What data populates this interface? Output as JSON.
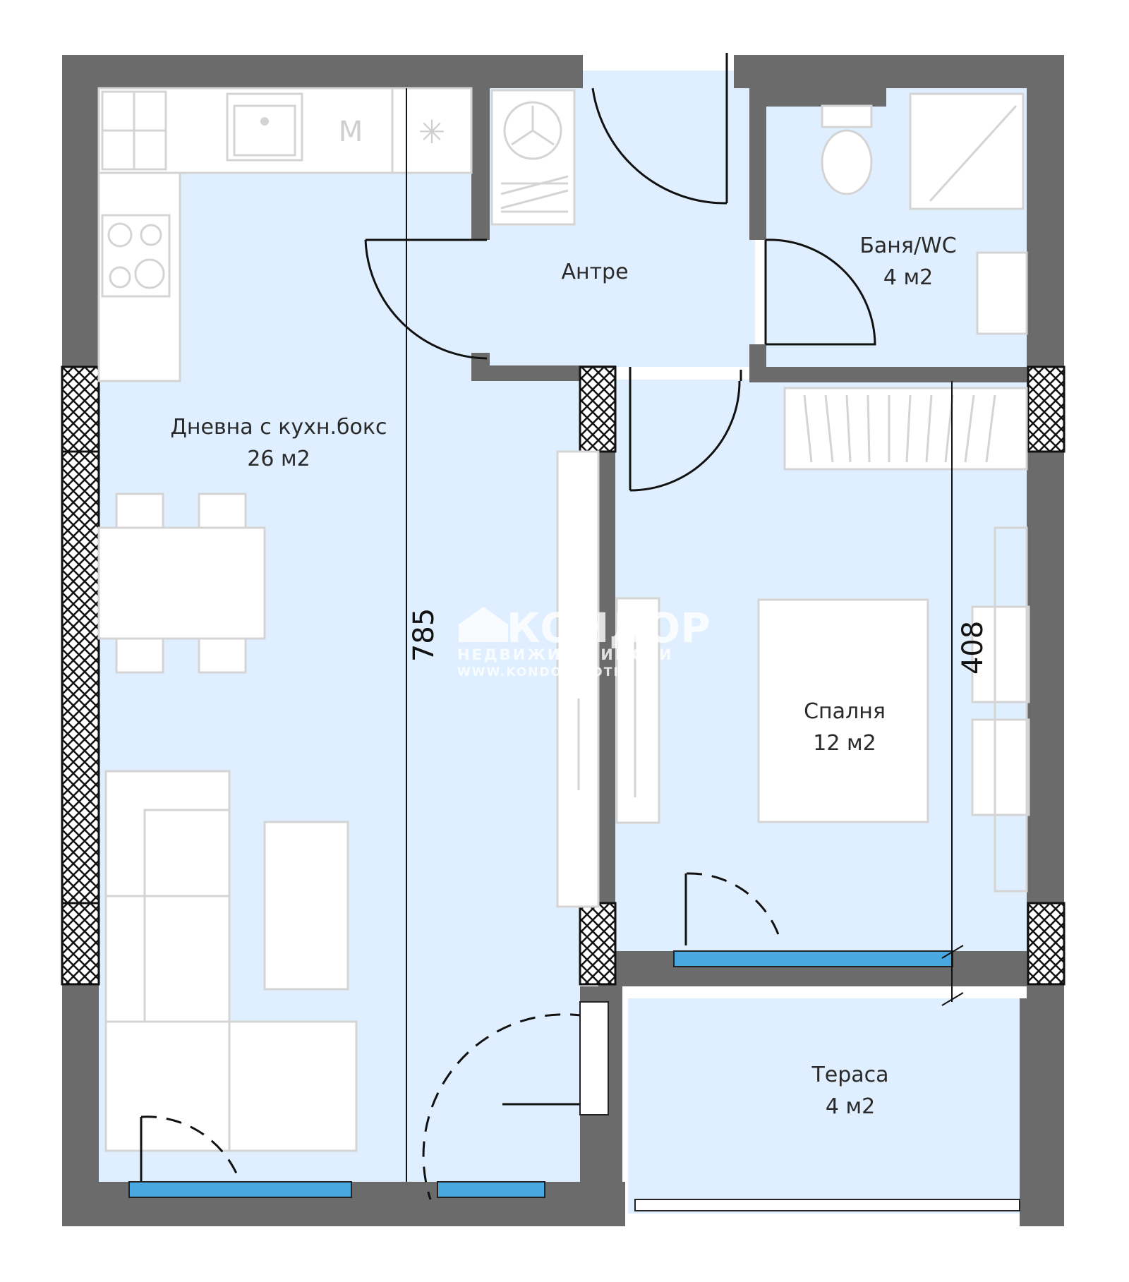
{
  "rooms": {
    "living": {
      "name": "Дневна с кухн.бокс",
      "area": "26 м2"
    },
    "hall": {
      "name": "Антре"
    },
    "bath": {
      "name": "Баня/WC",
      "area": "4 м2"
    },
    "bedroom": {
      "name": "Спалня",
      "area": "12 м2"
    },
    "terrace": {
      "name": "Тераса",
      "area": "4 м2"
    }
  },
  "dimensions": {
    "living_depth": "785",
    "bedroom_depth": "408"
  },
  "appliances": {
    "microwave": "M",
    "fridge_symbol": "✳"
  },
  "watermark": {
    "brand": "КОНДОР",
    "subtitle": "НЕДВИЖИМИ ИМОТИ",
    "url": "WWW.KONDORIMOTI.COM"
  },
  "colors": {
    "floor": "#e0efff",
    "wall": "#6b6b6b",
    "window_glass": "#4aa8e0"
  }
}
